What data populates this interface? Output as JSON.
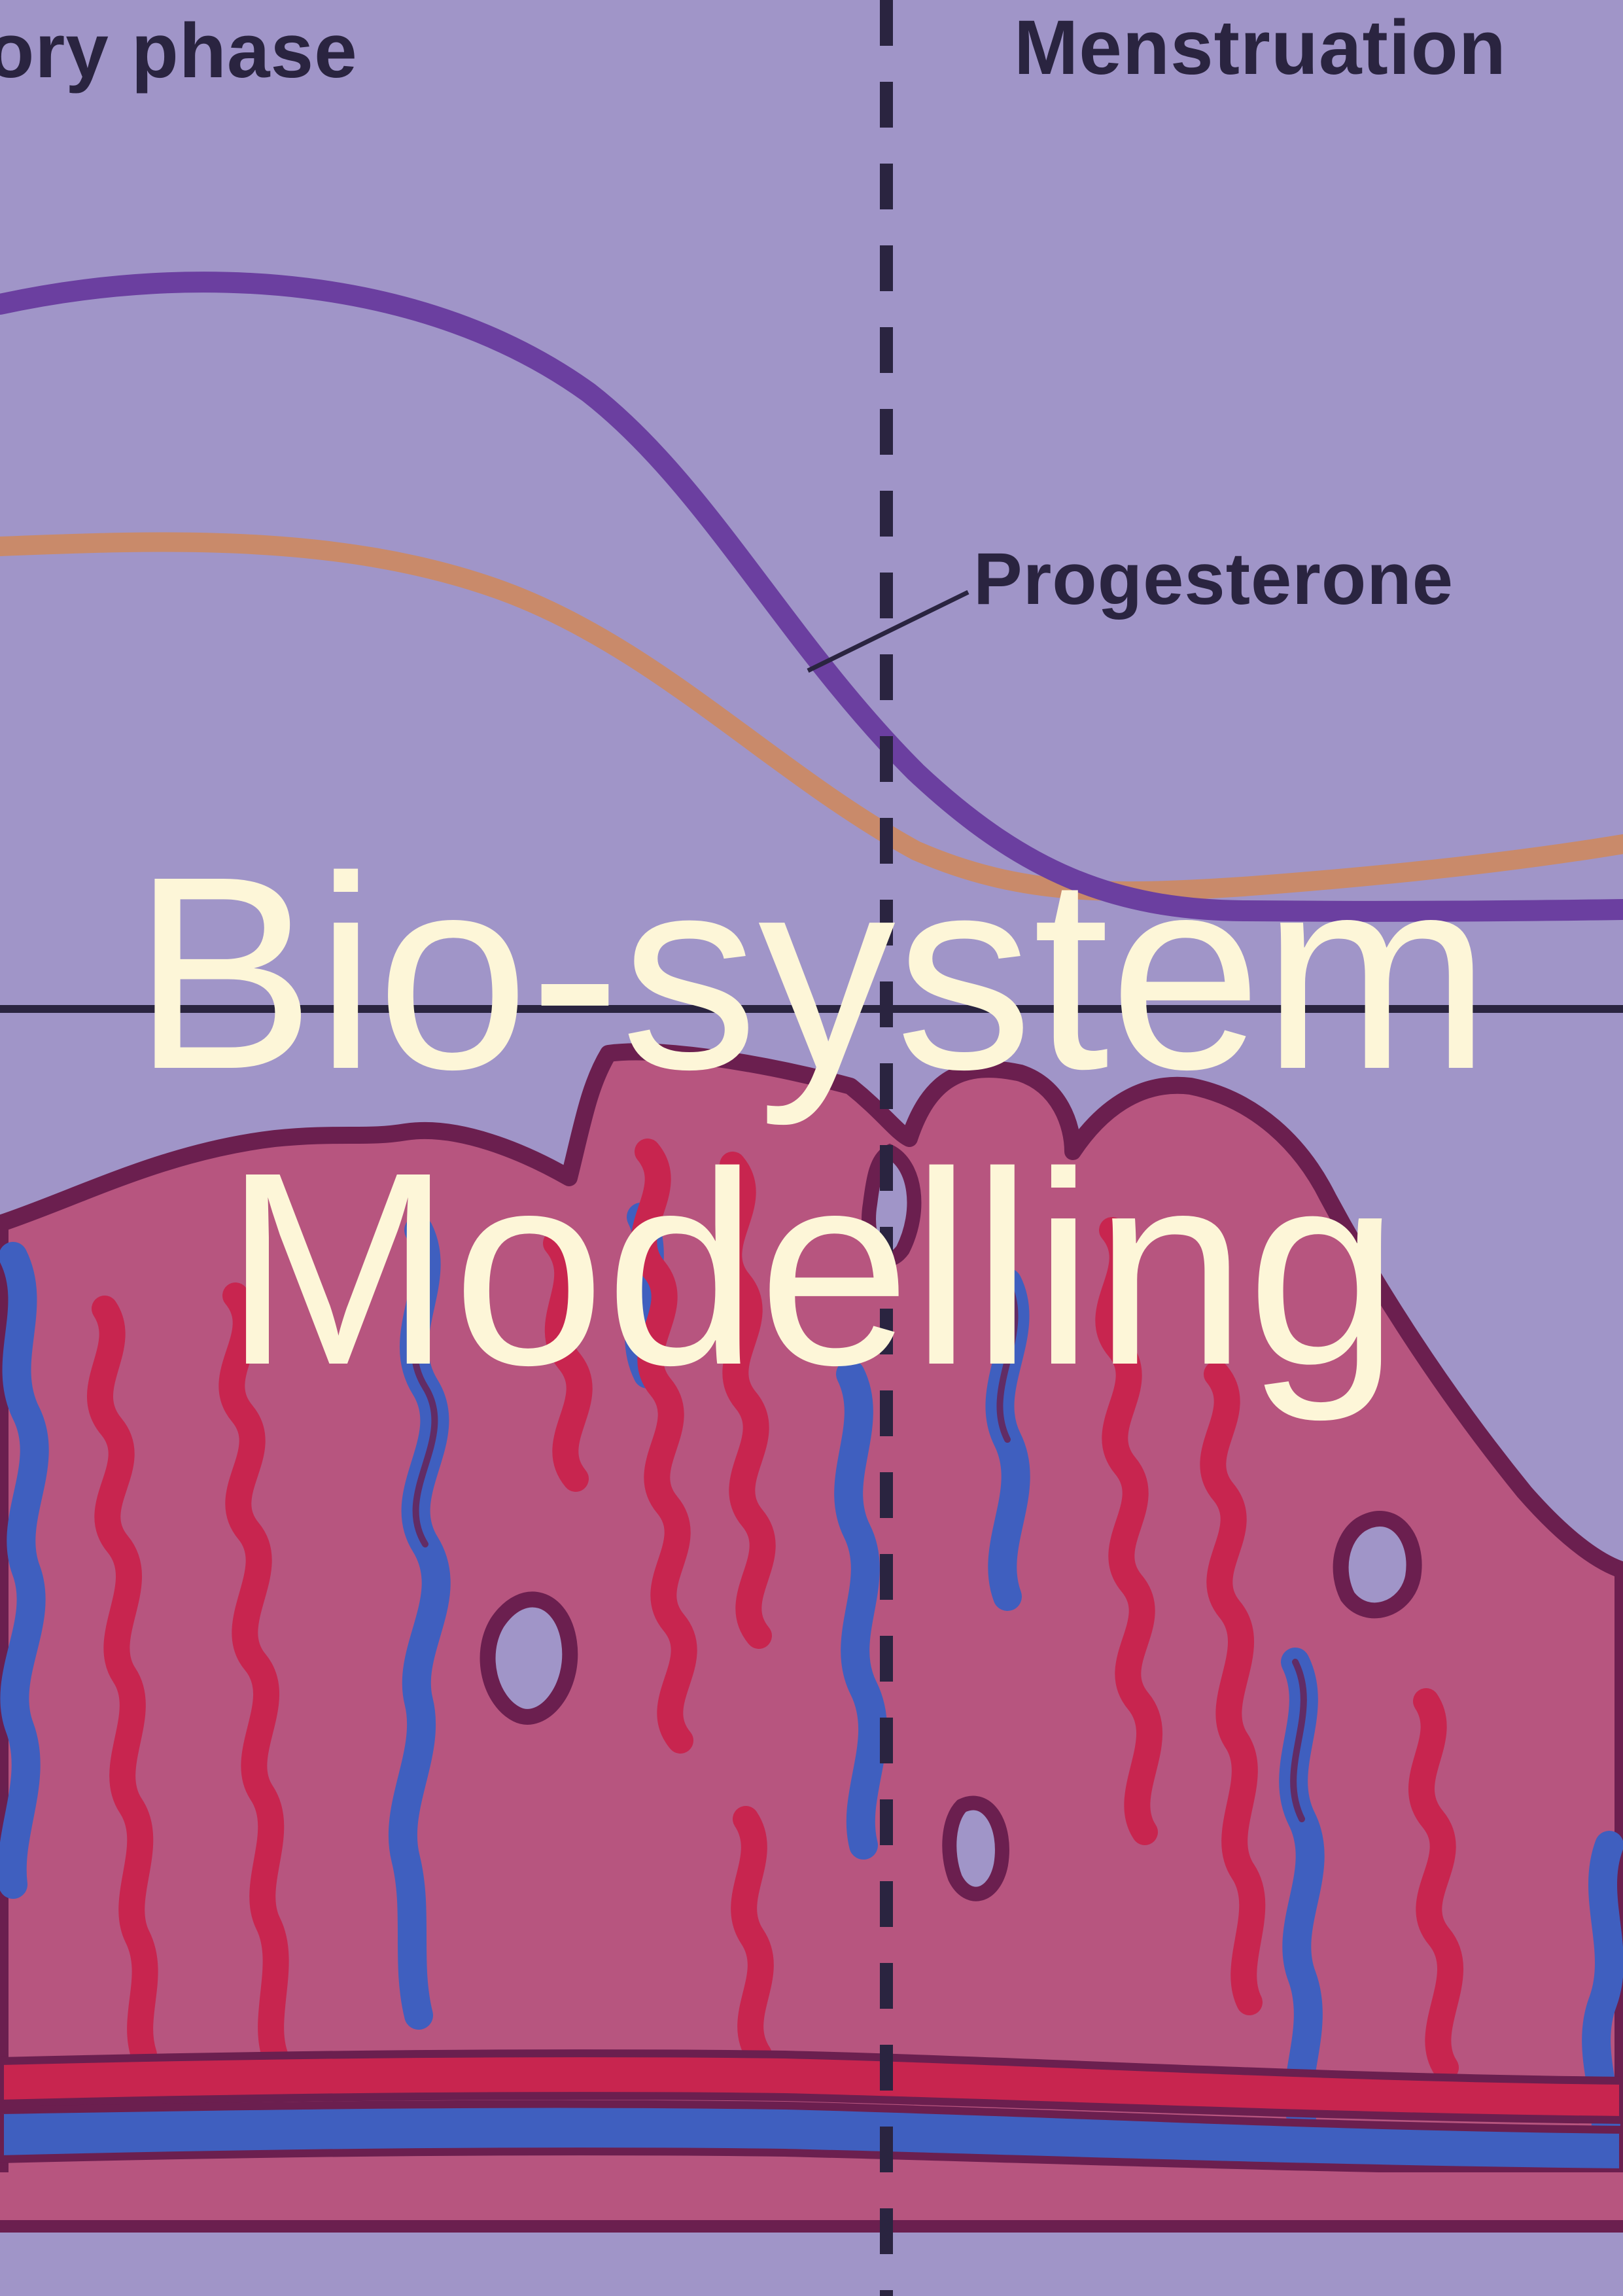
{
  "title": {
    "line1": "Bio-system",
    "line2": "Modelling"
  },
  "figure": {
    "phase_left_label": "tory phase",
    "phase_right_label": "Menstruation",
    "curve_label": "Progesterone"
  },
  "colors": {
    "background": "#a095c8",
    "title_text": "#fdf6d8",
    "progesterone_curve": "#6b3fa0",
    "second_curve": "#c98a6a",
    "tissue": "#b7557f",
    "tissue_outline": "#6b1f4f",
    "artery": "#c8254f",
    "vein": "#3f5fbf",
    "divider": "#2a2440"
  }
}
